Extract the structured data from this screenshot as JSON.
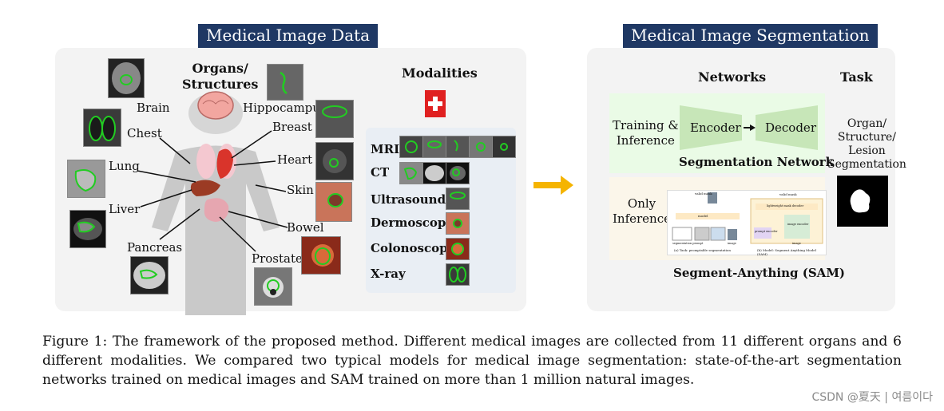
{
  "headers": {
    "left": "Medical Image Data",
    "right": "Medical Image Segmentation"
  },
  "organs_title": "Organs/\nStructures",
  "organs": {
    "brain": "Brain",
    "hippocampus": "Hippocampus",
    "chest": "Chest",
    "breast": "Breast",
    "lung": "Lung",
    "heart": "Heart",
    "skin": "Skin",
    "liver": "Liver",
    "bowel": "Bowel",
    "pancreas": "Pancreas",
    "prostate": "Prostate"
  },
  "modalities_title": "Modalities",
  "modalities": [
    "MRI",
    "CT",
    "Ultrasound",
    "Dermoscopy",
    "Colonoscopy",
    "X-ray"
  ],
  "networks_title": "Networks",
  "task_title": "Task",
  "training_label": "Training &\nInference",
  "encoder": "Encoder",
  "decoder": "Decoder",
  "segmentation_network": "Segmentation Network",
  "only_inference": "Only\nInference",
  "sam_label": "Segment-Anything (SAM)",
  "task_desc": "Organ/\nStructure/\nLesion\nSegmentation",
  "sam_mini": {
    "a_caption": "(a) Task: promptable segmentation",
    "b_caption": "(b) Model: Segment Anything Model (SAM)",
    "model": "model",
    "valid_mask": "valid mask",
    "seg_prompt": "segmentation prompt",
    "image": "image",
    "lightweight_decoder": "lightweight mask decoder",
    "image_encoder": "image encoder",
    "prompt_encoder": "prompt encoder"
  },
  "caption": "Figure 1: The framework of the proposed method. Different medical images are collected from 11 different organs and 6 different modalities. We compared two typical models for medical image segmentation: state-of-the-art segmentation networks trained on medical images and SAM trained on more than 1 million natural images.",
  "watermark": "CSDN @夏天 | 여름이다",
  "colors": {
    "header_bg": "#1f3864",
    "network_bg": "#eafbe6",
    "sam_bg": "#fbf6ea",
    "trapezoid": "#c7e6b8",
    "arrow": "#f5b400",
    "cross": "#e02020",
    "contour": "#22cc22",
    "modality_panel": "#e9eef4"
  }
}
